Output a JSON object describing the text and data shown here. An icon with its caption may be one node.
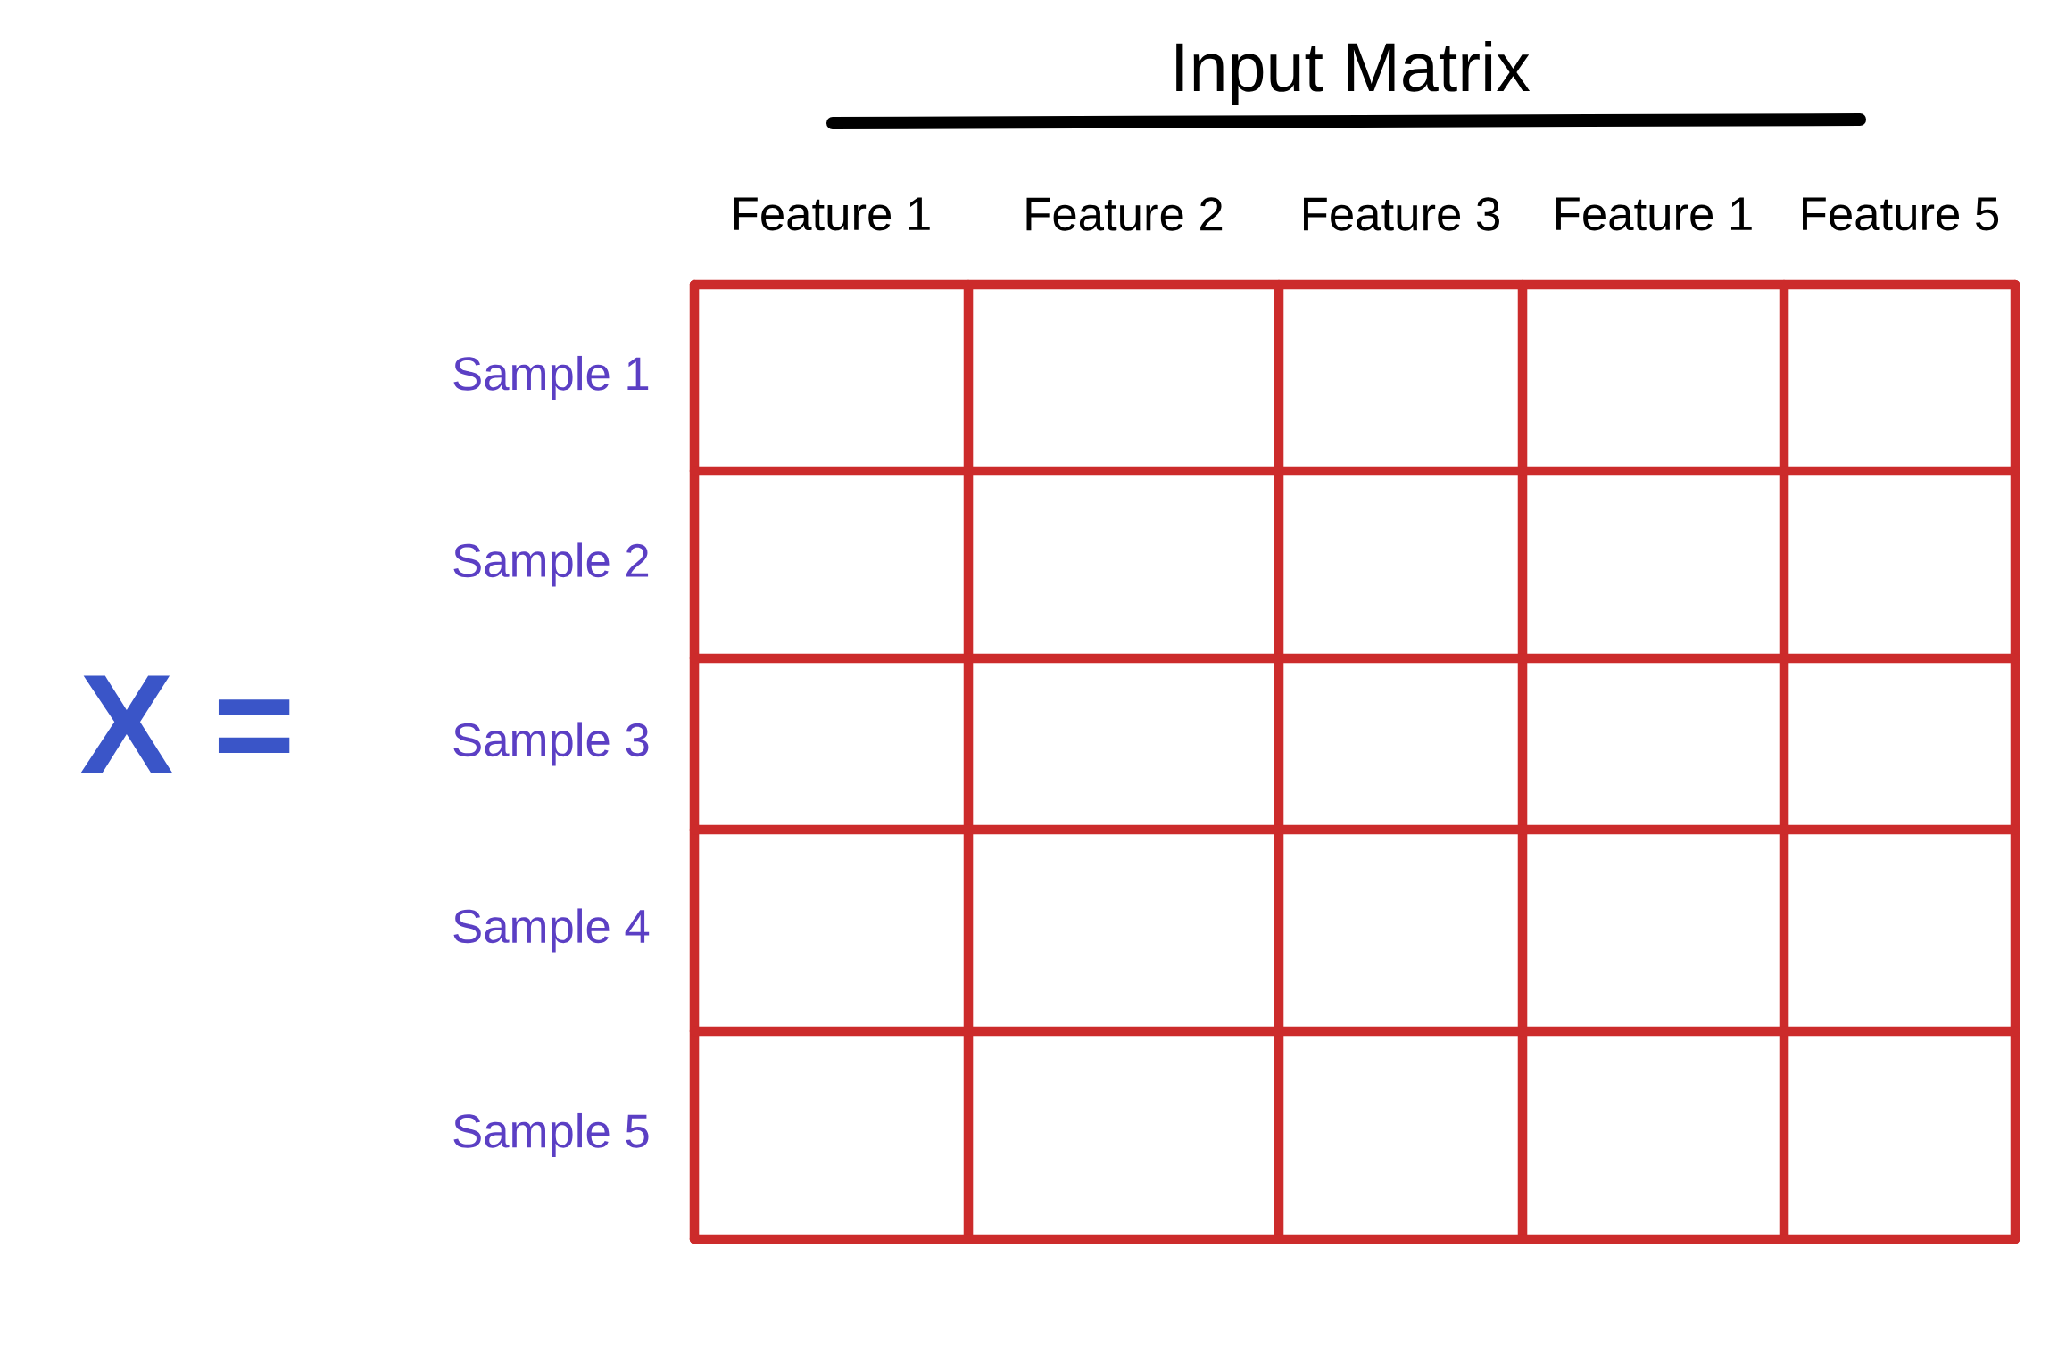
{
  "diagram": {
    "title": "Input Matrix",
    "labels": [
      "X =",
      "Feature 1",
      "Feature 2",
      "Feature 3",
      "Feature 1",
      "Feature 5",
      "Sample 1",
      "Sample 2",
      "Sample 3",
      "Sample 4",
      "Sample 5"
    ]
  }
}
